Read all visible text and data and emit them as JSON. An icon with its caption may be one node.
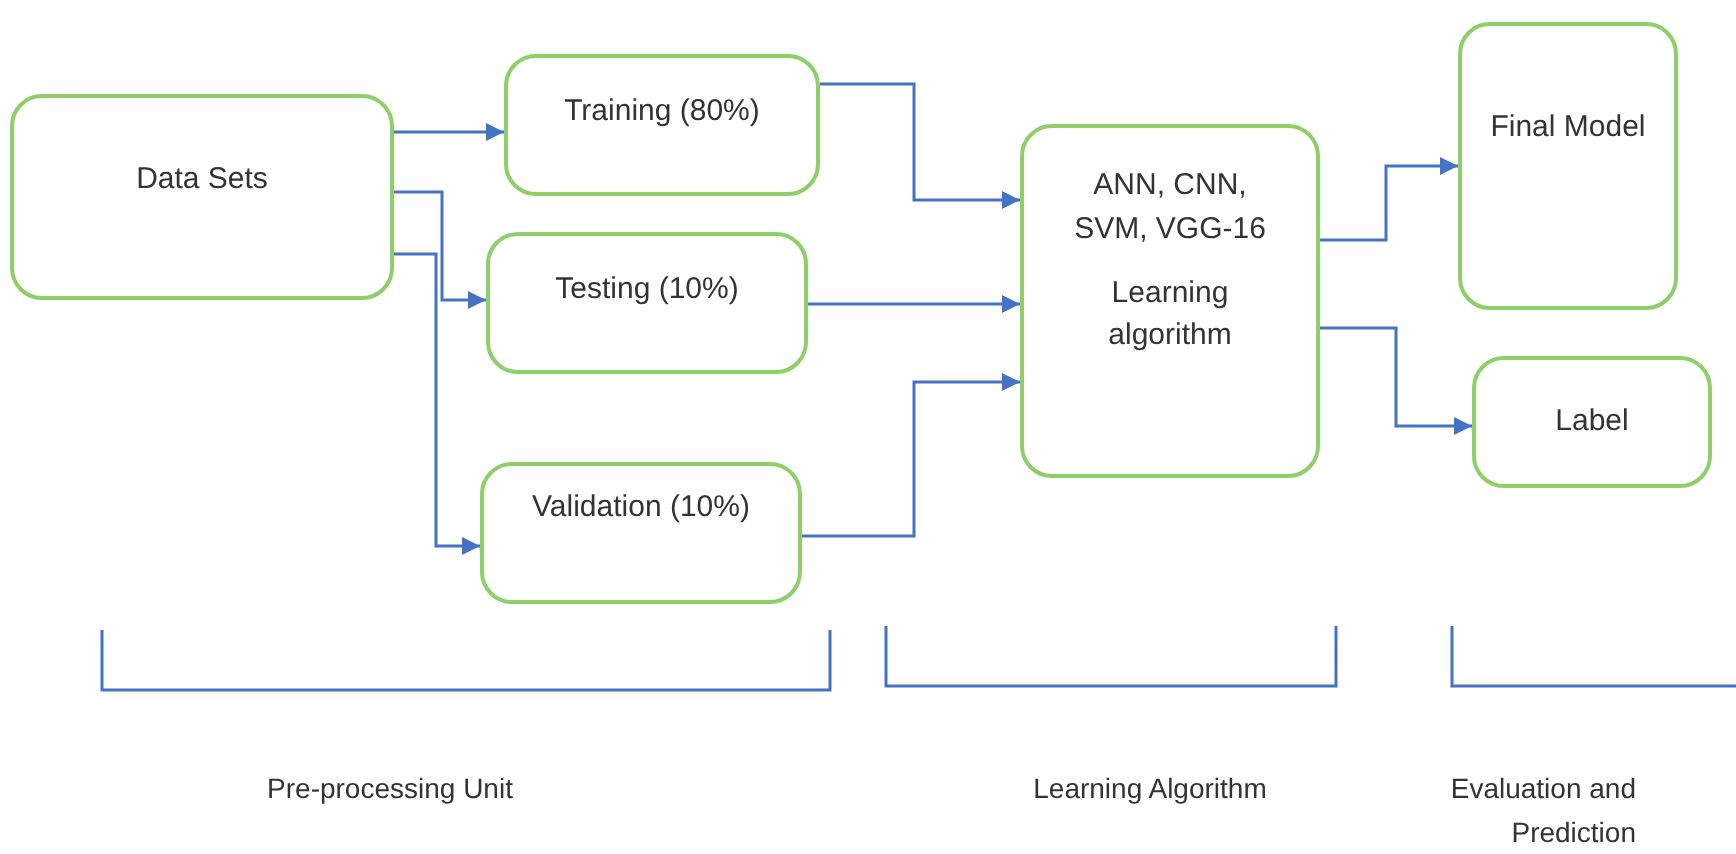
{
  "diagram": {
    "nodes": [
      {
        "text": [
          "Data Sets"
        ]
      },
      {
        "text": [
          "Training (80%)"
        ]
      },
      {
        "text": [
          "Testing (10%)"
        ]
      },
      {
        "text": [
          "Validation (10%)"
        ]
      },
      {
        "text": [
          "ANN, CNN, SVM, VGG-16",
          "Learning algorithm"
        ]
      },
      {
        "text": [
          "Final Model"
        ]
      },
      {
        "text": [
          "Label"
        ]
      }
    ],
    "edges": [
      {
        "from": 0,
        "to": 1,
        "arrow": "to"
      },
      {
        "from": 0,
        "to": 2,
        "arrow": "to"
      },
      {
        "from": 0,
        "to": 3,
        "arrow": "to"
      },
      {
        "from": 1,
        "to": 4,
        "arrow": "to"
      },
      {
        "from": 2,
        "to": 4,
        "arrow": "to"
      },
      {
        "from": 3,
        "to": 4,
        "arrow": "to"
      },
      {
        "from": 4,
        "to": 5,
        "arrow": "to"
      },
      {
        "from": 4,
        "to": 6,
        "arrow": "to"
      }
    ],
    "labels": [
      "Pre-processing Unit",
      "Learning Algorithm",
      "Evaluation and Prediction"
    ]
  }
}
